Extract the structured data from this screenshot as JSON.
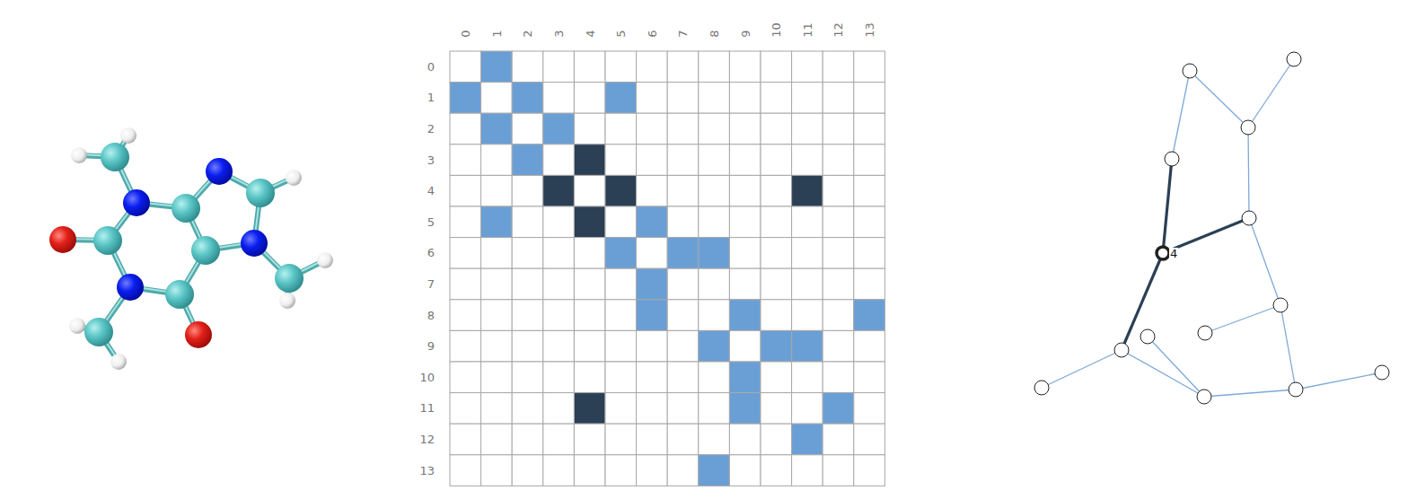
{
  "diagram": {
    "labels": [
      "0",
      "1",
      "2",
      "3",
      "4",
      "5",
      "6",
      "7",
      "8",
      "9",
      "10",
      "11",
      "12",
      "13",
      "0",
      "1",
      "2",
      "3",
      "4",
      "5",
      "6",
      "7",
      "8",
      "9",
      "10",
      "11",
      "12",
      "13",
      "4"
    ]
  }
}
